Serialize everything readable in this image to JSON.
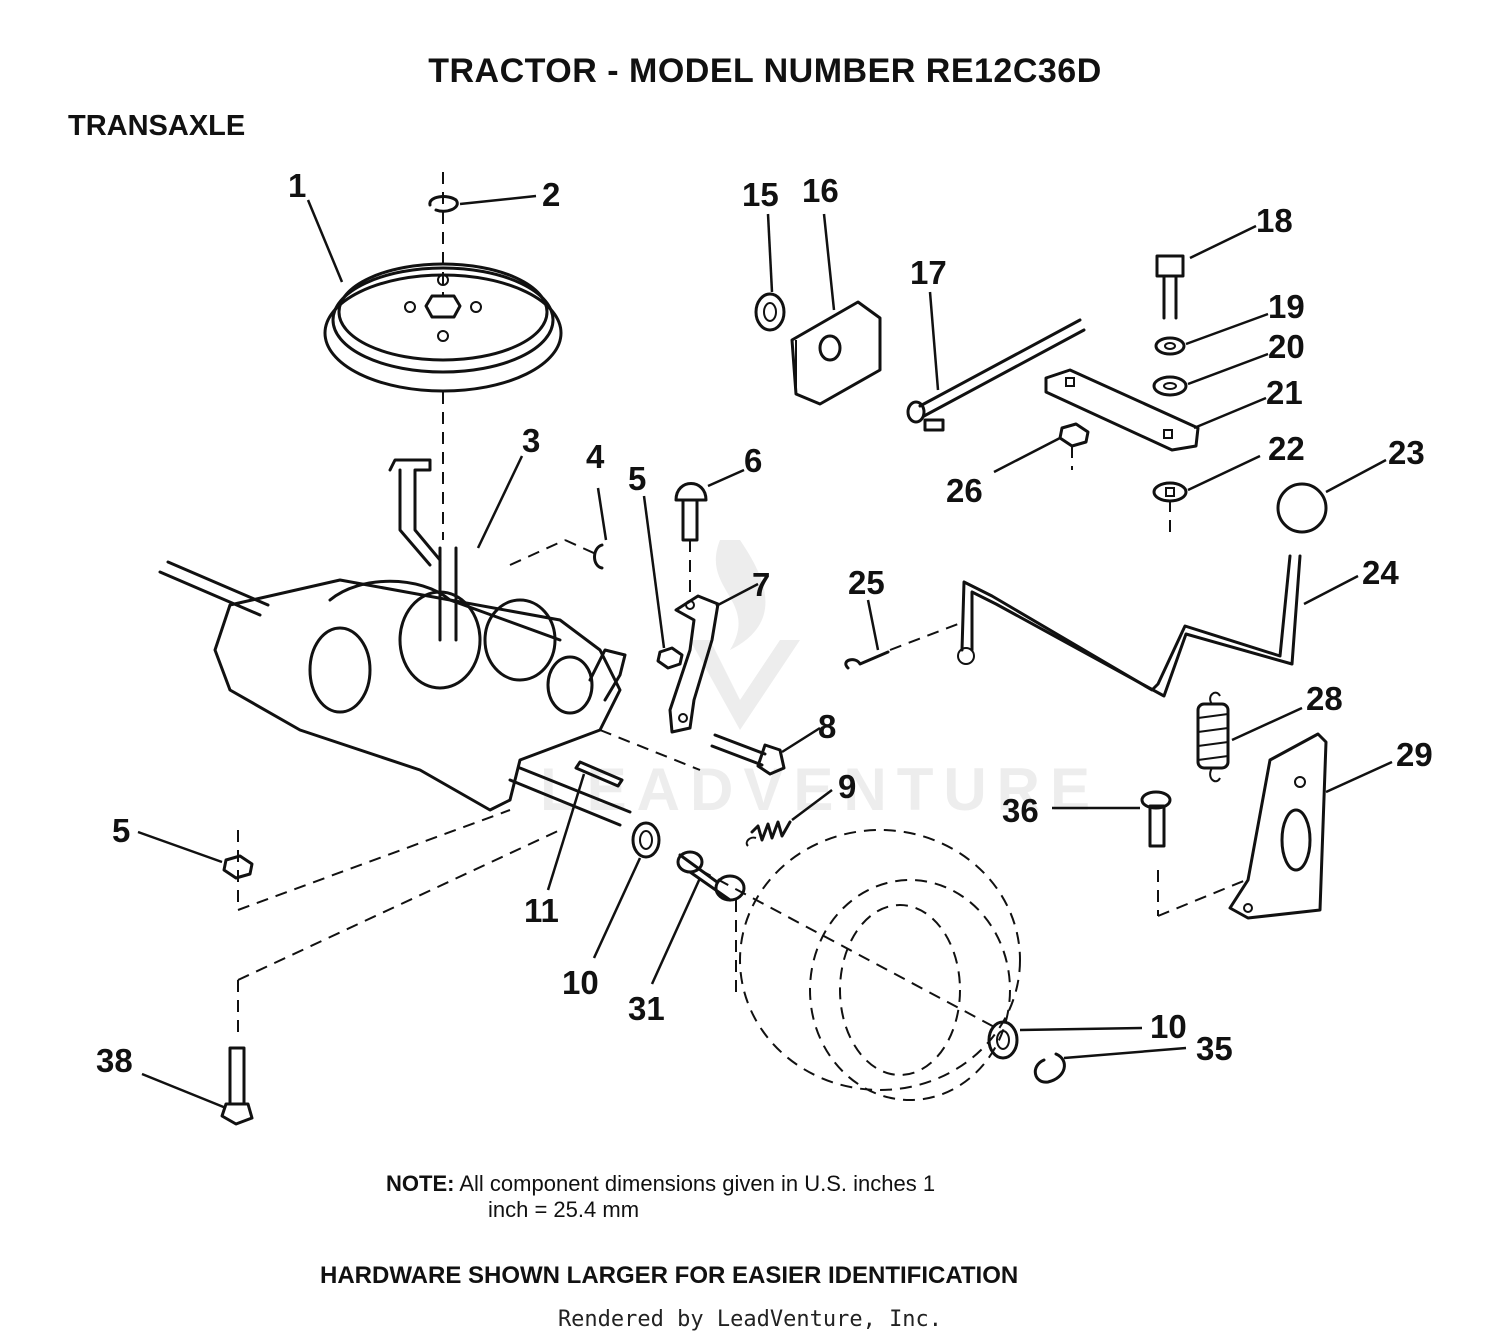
{
  "header": {
    "title": "TRACTOR  - MODEL NUMBER RE12C36D",
    "section": "TRANSAXLE"
  },
  "callouts": {
    "c1": "1",
    "c2": "2",
    "c3": "3",
    "c4": "4",
    "c5a": "5",
    "c5b": "5",
    "c6": "6",
    "c7": "7",
    "c8": "8",
    "c9": "9",
    "c10a": "10",
    "c10b": "10",
    "c11": "11",
    "c15": "15",
    "c16": "16",
    "c17": "17",
    "c18": "18",
    "c19": "19",
    "c20": "20",
    "c21": "21",
    "c22": "22",
    "c23": "23",
    "c24": "24",
    "c25": "25",
    "c26": "26",
    "c28": "28",
    "c29": "29",
    "c31": "31",
    "c35": "35",
    "c36": "36",
    "c38": "38"
  },
  "watermark": "LEADVENTURE",
  "note": {
    "label": "NOTE:",
    "line1": "All component dimensions given in U.S. inches     1",
    "line2": "inch = 25.4 mm"
  },
  "hardware_note": "HARDWARE SHOWN LARGER FOR EASIER IDENTIFICATION",
  "credit": "Rendered by LeadVenture, Inc."
}
